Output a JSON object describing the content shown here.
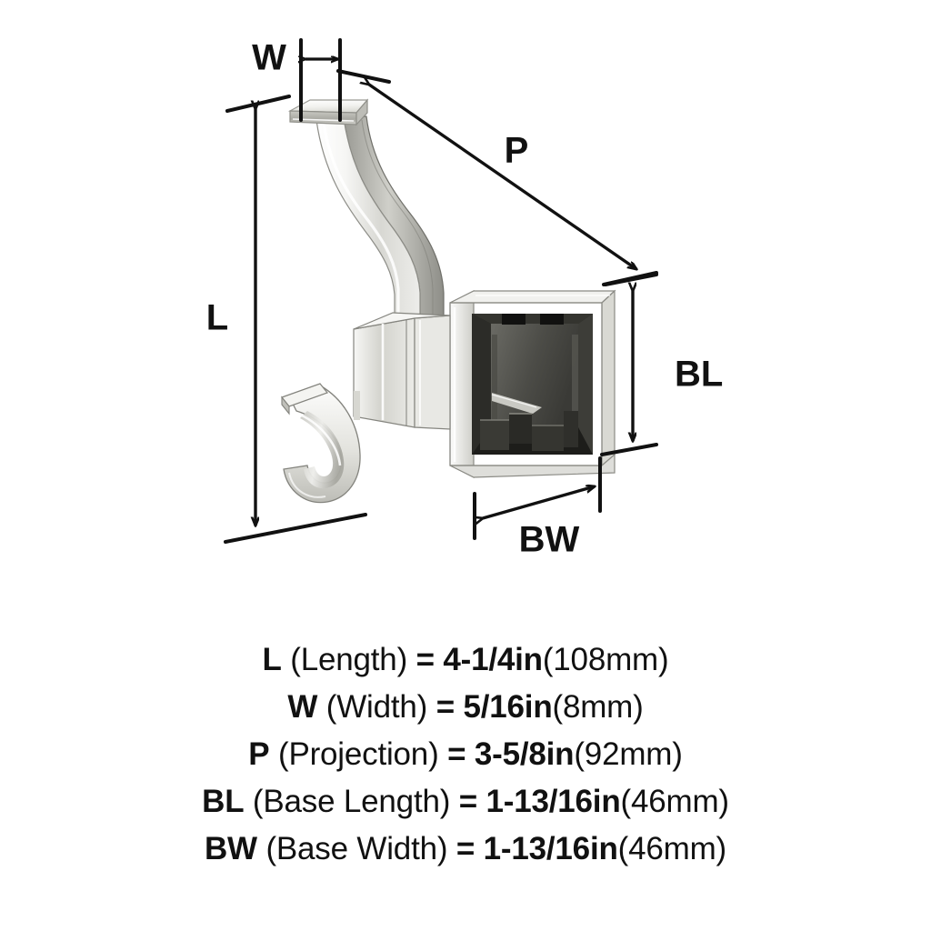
{
  "diagram": {
    "product": "double-prong-robe-hook",
    "finish_color": "#f2f2ef",
    "line_color": "#111111",
    "labels": {
      "length": "L",
      "width": "W",
      "projection": "P",
      "base_length": "BL",
      "base_width": "BW"
    }
  },
  "specs": [
    {
      "code": "L",
      "name": "(Length)",
      "eq": "=",
      "value": "4-1/4in",
      "metric": "(108mm)"
    },
    {
      "code": "W",
      "name": "(Width)",
      "eq": "=",
      "value": "5/16in",
      "metric": "(8mm)"
    },
    {
      "code": "P",
      "name": "(Projection)",
      "eq": "=",
      "value": "3-5/8in",
      "metric": "(92mm)"
    },
    {
      "code": "BL",
      "name": "(Base Length)",
      "eq": "=",
      "value": "1-13/16in",
      "metric": "(46mm)"
    },
    {
      "code": "BW",
      "name": "(Base Width)",
      "eq": "=",
      "value": "1-13/16in",
      "metric": "(46mm)"
    }
  ]
}
